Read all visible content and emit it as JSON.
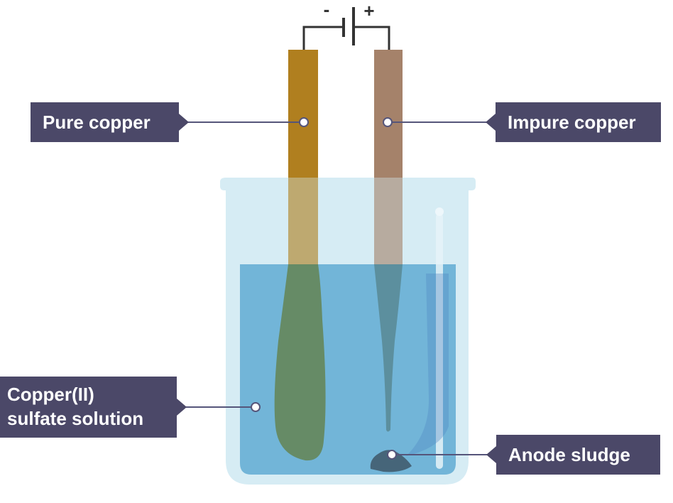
{
  "labels": {
    "pure_copper": "Pure copper",
    "impure_copper": "Impure copper",
    "solution_line1": "Copper(II)",
    "solution_line2": "sulfate solution",
    "anode_sludge": "Anode sludge"
  },
  "battery": {
    "negative_sign": "-",
    "positive_sign": "+"
  },
  "colors": {
    "label_box": "#4b4868",
    "label_text": "#ffffff",
    "pure_copper": "#b07f1f",
    "impure_copper": "#a5826a",
    "solution": "#72b5d8",
    "beaker_glass": "#d6ecf4",
    "sludge": "#466579"
  }
}
